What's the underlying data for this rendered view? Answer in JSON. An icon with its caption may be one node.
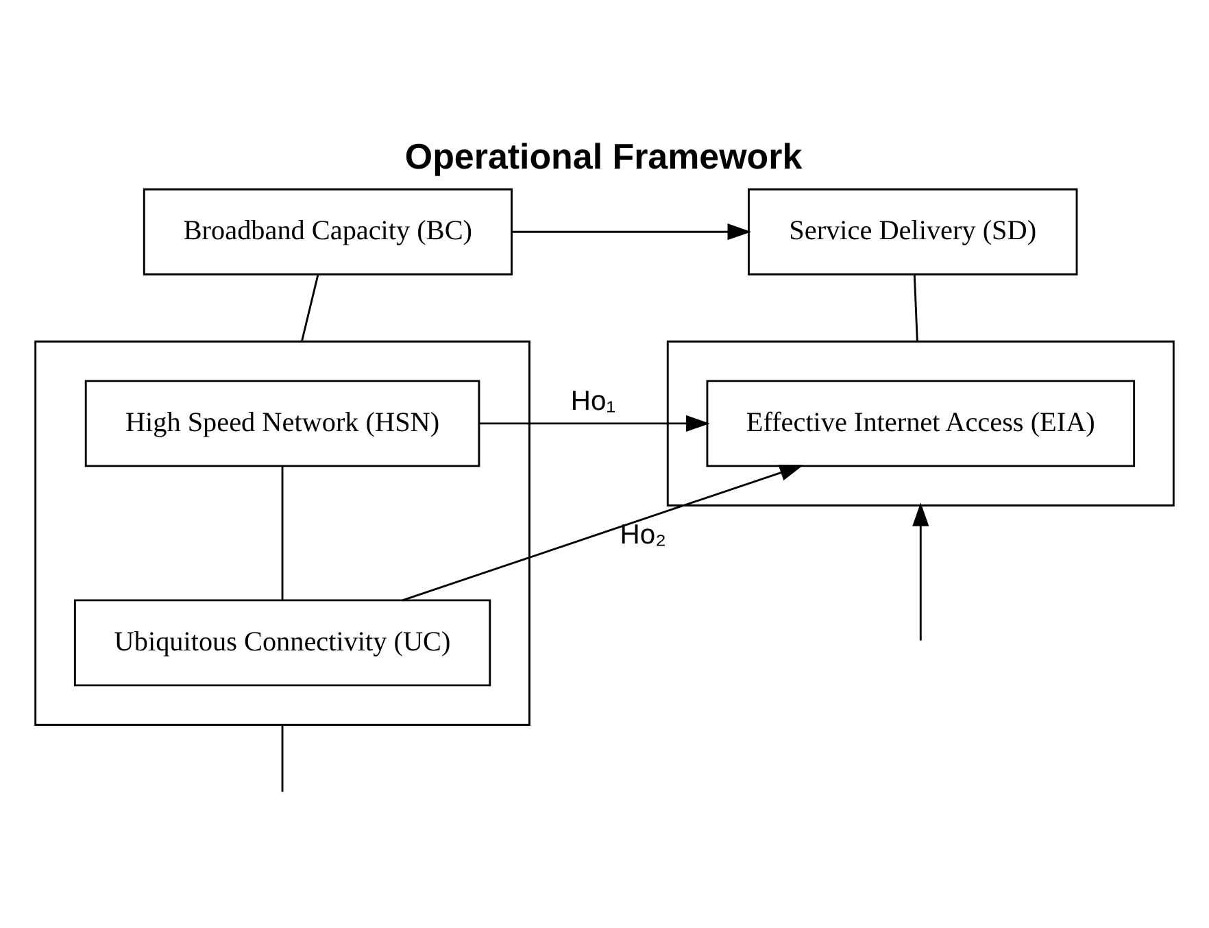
{
  "diagram": {
    "title": "Operational Framework",
    "nodes": [
      {
        "text": [
          "Broadband Capacity (BC)"
        ]
      },
      {
        "text": [
          "Service Delivery (SD)"
        ]
      },
      {
        "text": [],
        "shape": "box"
      },
      {
        "text": [
          "High Speed Network (HSN)"
        ],
        "in": 2
      },
      {
        "text": [
          "Ubiquitous Connectivity (UC)"
        ],
        "in": 2
      },
      {
        "text": [],
        "shape": "box"
      },
      {
        "text": [
          "Effective Internet Access (EIA)"
        ],
        "in": 5
      }
    ],
    "edges": [
      {
        "from": 0,
        "to": 1,
        "arrow": "to"
      },
      {
        "from": 0,
        "to": 2,
        "arrow": "none"
      },
      {
        "from": 1,
        "to": 5,
        "arrow": "none"
      },
      {
        "from": 3,
        "to": 4,
        "arrow": "none"
      },
      {
        "from": 3,
        "to": 6,
        "arrow": "to",
        "label": "Ho₁"
      },
      {
        "from": 4,
        "to": 6,
        "arrow": "to",
        "label": "Ho₂"
      },
      {
        "from": null,
        "to": 2,
        "arrow": "none"
      },
      {
        "from": null,
        "to": 5,
        "arrow": "to"
      }
    ]
  }
}
